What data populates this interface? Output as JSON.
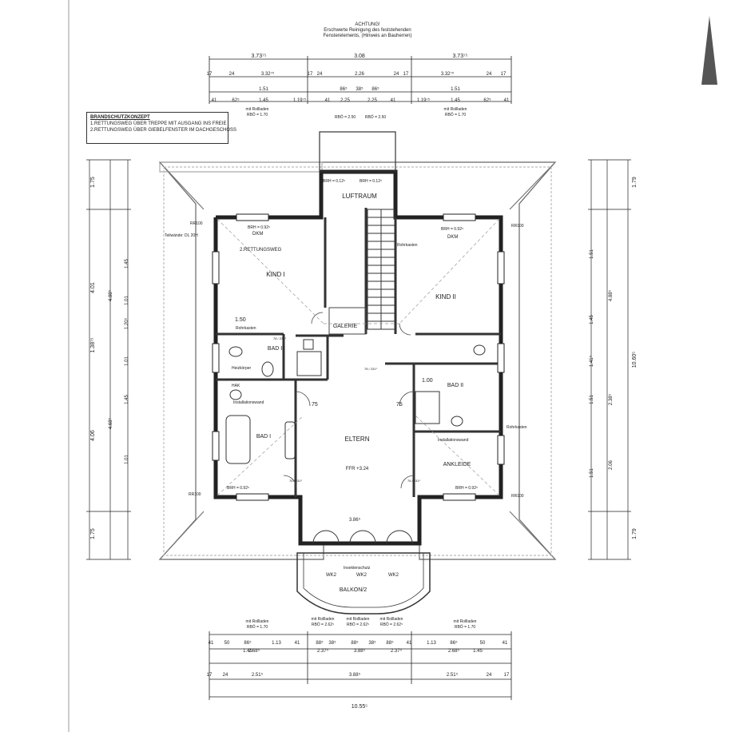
{
  "warning": {
    "title": "ACHTUNG!",
    "line1": "Erschwerte Reinigung des feststehenden",
    "line2": "Fensterelements, (Hinweis an Bauherren)"
  },
  "fire_concept": {
    "title": "BRANDSCHUTZKONZEPT",
    "line1": "1.RETTUNGSWEG ÜBER TREPPE MIT AUSGANG INS FREIE",
    "line2": "2.RETTUNGSWEG ÜBER GIEBELFENSTER IM DACHGESCHOSS"
  },
  "rooms": {
    "luftraum": "LUFTRAUM",
    "kind1": "KIND I",
    "kind2": "KIND II",
    "galerie": "GALERIE",
    "bad3": "BAD III",
    "bad2": "BAD II",
    "bad1": "BAD I",
    "eltern": "ELTERN",
    "ankleide": "ANKLEIDE",
    "balkon": "BALKON/2",
    "ffr": "FFR +3.24",
    "rettungsweg": "2.RETTUNGSWEG",
    "rohrkasten_l": "Rohrkasten",
    "rohrkasten_r": "Rohrkasten",
    "rohrkasten_e": "Rohrkasten",
    "heizkoerper": "Heizkörper",
    "hak": "HAK",
    "ins_wand_l": "Installationswand",
    "ins_wand_r": "Installationswand",
    "dkm_l": "DKM",
    "dkm_r": "DKM",
    "teilwaende": "Teilwände: DL 20H",
    "wk2a": "WK2",
    "wk2b": "WK2",
    "wk2c": "WK2",
    "brh_top_l": "BRH = 0.12⁵",
    "brh_top_r": "BRH = 0.12⁵",
    "brh_k1": "BRH = 0.92⁵",
    "brh_k2": "BRH = 0.92⁵",
    "brh_b1": "BRH = 0.92⁵",
    "brh_ank": "BRH = 0.92⁵",
    "rb_tl": "RR100",
    "rb_tr": "RR100",
    "rb_bl": "RR100",
    "rb_br": "RR100",
    "isolschutz": "Insektenschutz",
    "door_75a": "75",
    "door_75b": "75",
    "dim_150": "1.50",
    "dim_100": "1.00",
    "dim_386": "3.86⁵",
    "door_2311": "78 / 231¹",
    "door_2312": "78 / 231¹",
    "door_2313": "76 / 231¹",
    "door_2314": "76 / 231¹"
  },
  "dims": {
    "top1": [
      "3.73⁷⁵",
      "3.08",
      "3.73⁷⁵"
    ],
    "top2": [
      "17",
      "24",
      "3.32⁷⁵",
      "17",
      "24",
      "2.26",
      "24",
      "17",
      "3.32⁷⁵",
      "24",
      "17"
    ],
    "top3": [
      "1.51",
      "86⁵",
      "38⁵",
      "86⁵",
      "1.51"
    ],
    "top4": [
      "41",
      "62⁵",
      "1.45",
      "1.19⁷⁵",
      "41",
      "2.25",
      "2.25",
      "41",
      "1.19⁷⁵",
      "1.45",
      "62⁵",
      "41"
    ],
    "top_roll": [
      "mit Rollladen",
      "RBÖ = 1.70",
      "RBÖ = 2.50",
      "RBÖ = 2.50",
      "mit Rollladen",
      "RBÖ = 1.70"
    ],
    "left1": [
      "1.75",
      "4.01",
      "1.38⁷⁵",
      "4.06",
      "1.75"
    ],
    "left2": [
      "4.88⁵",
      "4.68⁵"
    ],
    "left3": [
      "1.45",
      "1.01",
      "1.20⁵",
      "1.01",
      "1.45",
      "1.01"
    ],
    "right1": [
      "1.79",
      "10.60⁵",
      "1.79"
    ],
    "right2": [
      "4.88⁵",
      "2.38⁵",
      "2.06"
    ],
    "right3": [
      "1.51",
      "1.45",
      "1.41⁵",
      "1.51",
      "1.51"
    ],
    "bottom1": [
      "41",
      "50",
      "86⁵",
      "1.13",
      "41",
      "88⁵",
      "38⁵",
      "88⁵",
      "38⁵",
      "88⁵",
      "41",
      "1.13",
      "86⁵",
      "50",
      "41"
    ],
    "bottom2": [
      "1.45",
      "2.68⁵",
      "2.37⁵",
      "3.88⁵",
      "2.37⁵",
      "2.68⁵",
      "1.45"
    ],
    "bottom3": [
      "17",
      "24",
      "2.51⁵",
      "3.88⁵",
      "2.51⁵",
      "24",
      "17"
    ],
    "bottom4": [
      "10.55⁵"
    ],
    "bottom_roll": [
      "mit Rollladen",
      "RBÖ = 1.70",
      "mit Rollladen",
      "RBÖ = 2.62⁵",
      "mit Rollladen",
      "RBÖ = 2.62⁵",
      "mit Rollladen",
      "RBÖ = 2.62⁵",
      "mit Rollladen",
      "RBÖ = 1.70"
    ]
  }
}
